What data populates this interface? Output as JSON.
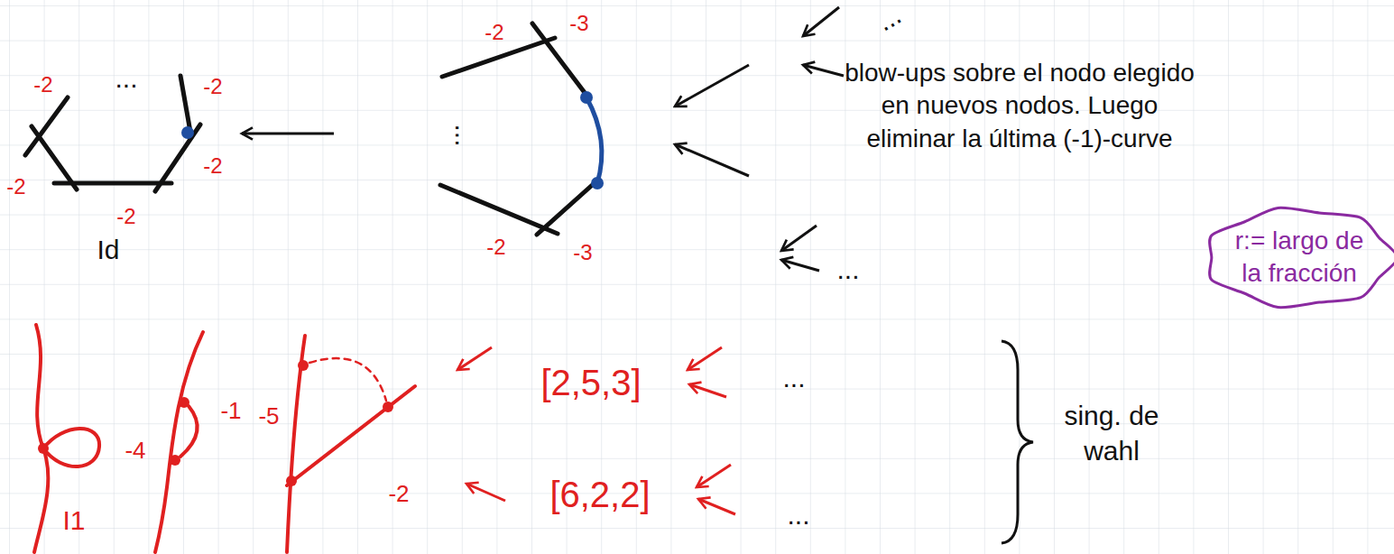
{
  "diagram": {
    "nodes": [
      {
        "text": [
          "r:= largo de la fracción"
        ]
      }
    ],
    "labels": [
      "-2",
      "...",
      "-2",
      "-2",
      "-2",
      "-2",
      "Id",
      "-2",
      "-3",
      "-2",
      "-3",
      "...",
      "...",
      "blow-ups sobre el nodo elegido en nuevos nodos. Luego eliminar la última (-1)-curve",
      "...",
      "I1",
      "-4",
      "-1",
      "-5",
      "-2",
      "[2,5,3]",
      "[6,2,2]",
      "...",
      "...",
      "sing. de wahl"
    ]
  }
}
